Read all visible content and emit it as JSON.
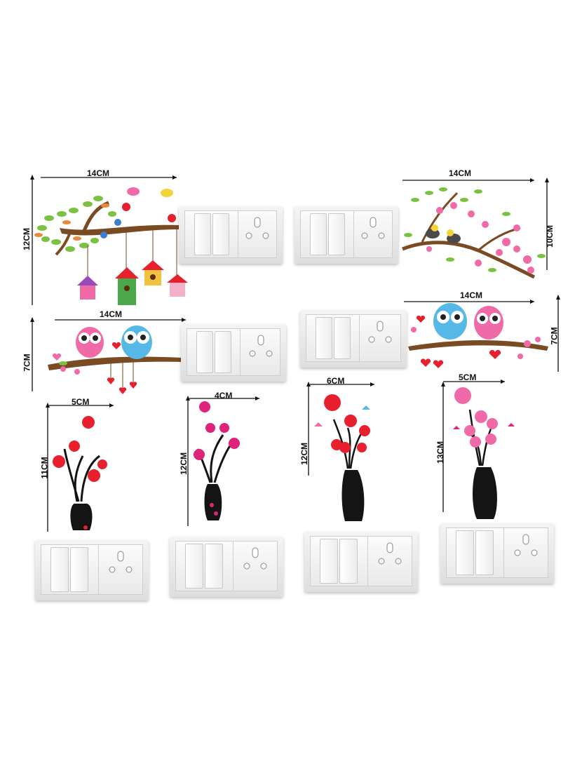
{
  "labels": {
    "tree_width": "14CM",
    "tree_height": "12CM",
    "blossom_width": "14CM",
    "blossom_height": "10CM",
    "owls_left_width": "14CM",
    "owls_left_height": "7CM",
    "owls_right_width": "14CM",
    "owls_right_height": "7CM",
    "vase1_width": "5CM",
    "vase1_height": "11CM",
    "vase2_width": "4CM",
    "vase2_height": "12CM",
    "vase3_width": "6CM",
    "vase3_height": "12CM",
    "vase4_width": "5CM",
    "vase4_height": "13CM"
  },
  "colors": {
    "dimension_line": "#111111",
    "branch": "#7a4a22",
    "pink": "#f06aa8",
    "red": "#e8202e",
    "magenta": "#e0237a",
    "leaf_green": "#7cc242",
    "owl_blue": "#56b8e6",
    "vase_black": "#141414"
  },
  "icons": [
    "tree-birdhouse-sticker",
    "blossom-branch-birds-sticker",
    "owls-branch-sticker",
    "flower-vase-sticker",
    "switch-board"
  ]
}
